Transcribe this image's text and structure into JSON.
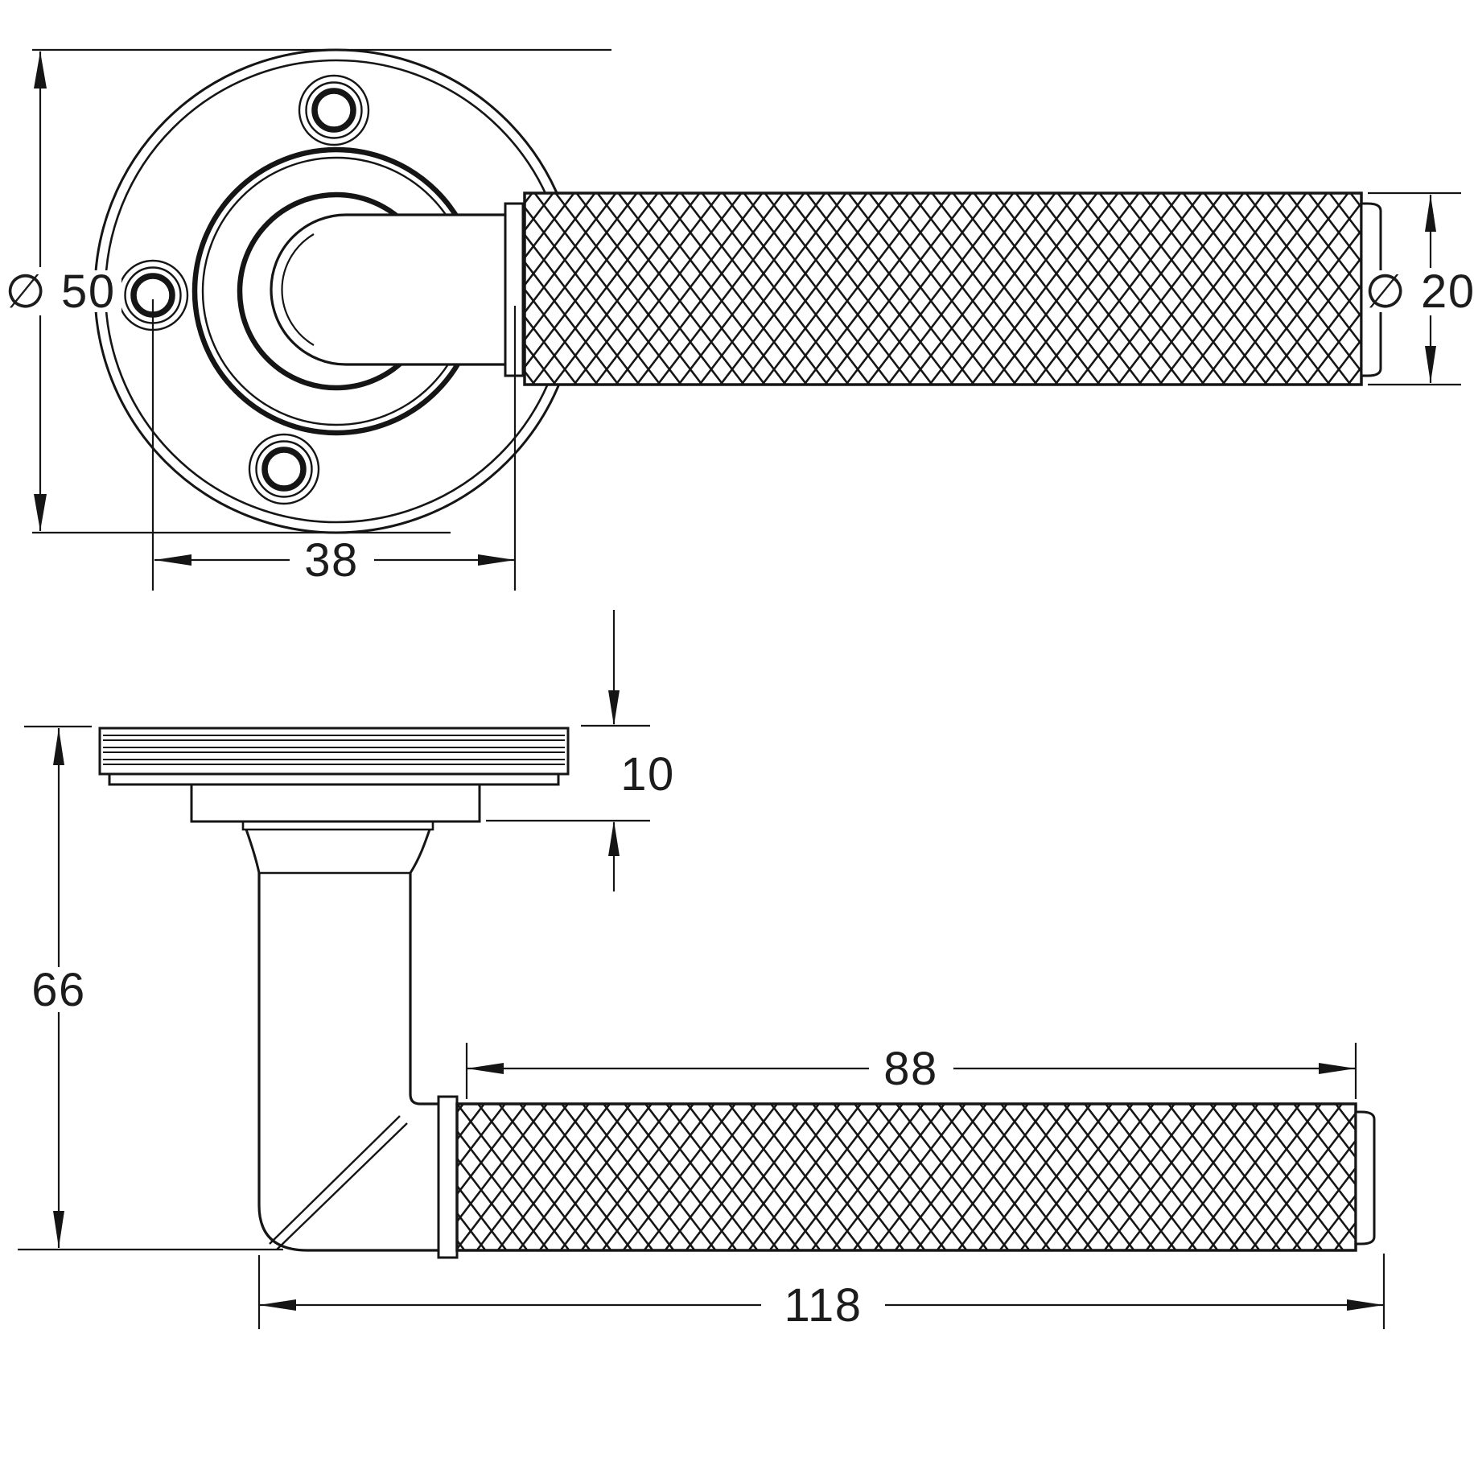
{
  "drawing": {
    "subject": "knurled-lever-door-handle-on-round-rose",
    "units": "mm",
    "background_color": "#ffffff",
    "line_color": "#151515",
    "views": [
      {
        "id": "top-view",
        "description": "face view of round rose with knurled lever bar"
      },
      {
        "id": "side-view",
        "description": "side profile of rose, stem elbow and knurled grip"
      }
    ]
  },
  "dimensions": {
    "rose_diameter": {
      "label": "∅ 50",
      "value": 50,
      "view": "top-view"
    },
    "fixing_centres": {
      "label": "38",
      "value": 38,
      "view": "top-view"
    },
    "lever_diameter": {
      "label": "∅ 20",
      "value": 20,
      "view": "top-view"
    },
    "projection": {
      "label": "66",
      "value": 66,
      "view": "side-view"
    },
    "rose_depth": {
      "label": "10",
      "value": 10,
      "view": "side-view"
    },
    "grip_length": {
      "label": "88",
      "value": 88,
      "view": "side-view"
    },
    "lever_length": {
      "label": "118",
      "value": 118,
      "view": "side-view"
    }
  }
}
